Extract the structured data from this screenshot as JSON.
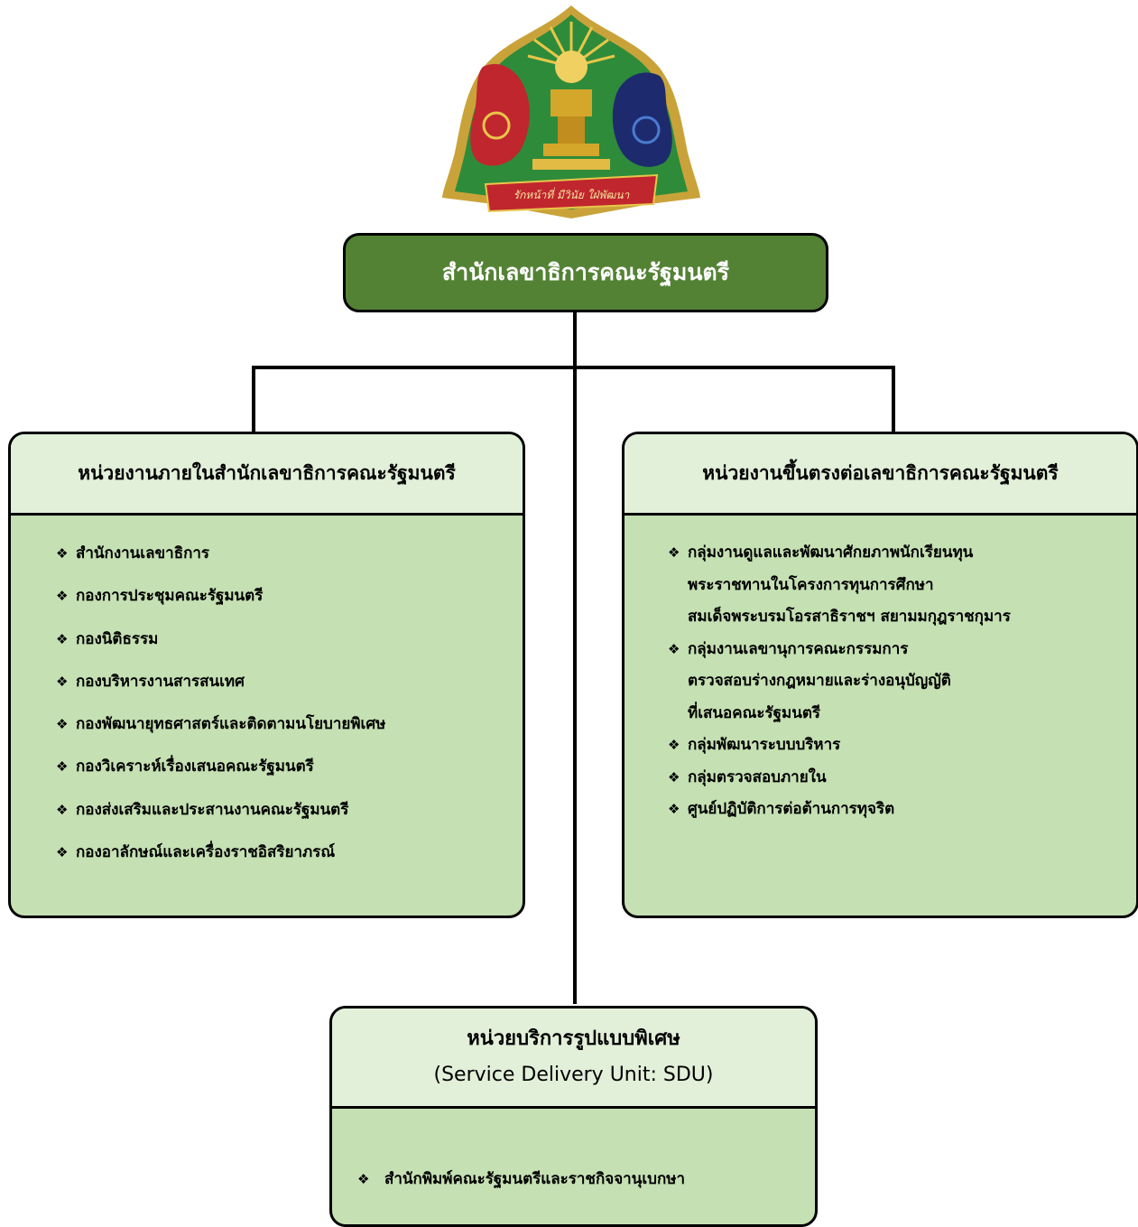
{
  "emblem": {
    "ribbon_text": "รักหน้าที่ มีวินัย ใฝ่พัฒนา",
    "colors": {
      "green": "#2e8b3a",
      "gold": "#d4a62a",
      "red": "#c0262d",
      "navy": "#1e2a6e"
    }
  },
  "root": {
    "title": "สำนักเลขาธิการคณะรัฐมนตรี"
  },
  "left": {
    "title": "หน่วยงานภายในสำนักเลขาธิการคณะรัฐมนตรี",
    "bullet": "❖",
    "items": [
      "สำนักงานเลขาธิการ",
      "กองการประชุมคณะรัฐมนตรี",
      "กองนิติธรรม",
      "กองบริหารงานสารสนเทศ",
      "กองพัฒนายุทธศาสตร์และติดตามนโยบายพิเศษ",
      "กองวิเคราะห์เรื่องเสนอคณะรัฐมนตรี",
      "กองส่งเสริมและประสานงานคณะรัฐมนตรี",
      "กองอาลักษณ์และเครื่องราชอิสริยาภรณ์"
    ]
  },
  "right": {
    "title": "หน่วยงานขึ้นตรงต่อเลขาธิการคณะรัฐมนตรี",
    "bullet": "❖",
    "items": [
      {
        "lines": [
          "กลุ่มงานดูแลและพัฒนาศักยภาพนักเรียนทุน",
          "พระราชทานในโครงการทุนการศึกษา",
          "สมเด็จพระบรมโอรสาธิราชฯ สยามมกุฎราชกุมาร"
        ]
      },
      {
        "lines": [
          "กลุ่มงานเลขานุการคณะกรรมการ",
          "ตรวจสอบร่างกฎหมายและร่างอนุบัญญัติ",
          "ที่เสนอคณะรัฐมนตรี"
        ]
      },
      {
        "lines": [
          "กลุ่มพัฒนาระบบบริหาร"
        ]
      },
      {
        "lines": [
          "กลุ่มตรวจสอบภายใน"
        ]
      },
      {
        "lines": [
          "ศูนย์ปฏิบัติการต่อต้านการทุจริต"
        ]
      }
    ]
  },
  "sdu": {
    "title": "หน่วยบริการรูปแบบพิเศษ",
    "subtitle": "(Service Delivery Unit: SDU)",
    "bullet": "❖",
    "items": [
      "สำนักพิมพ์คณะรัฐมนตรีและราชกิจจานุเบกษา"
    ]
  }
}
